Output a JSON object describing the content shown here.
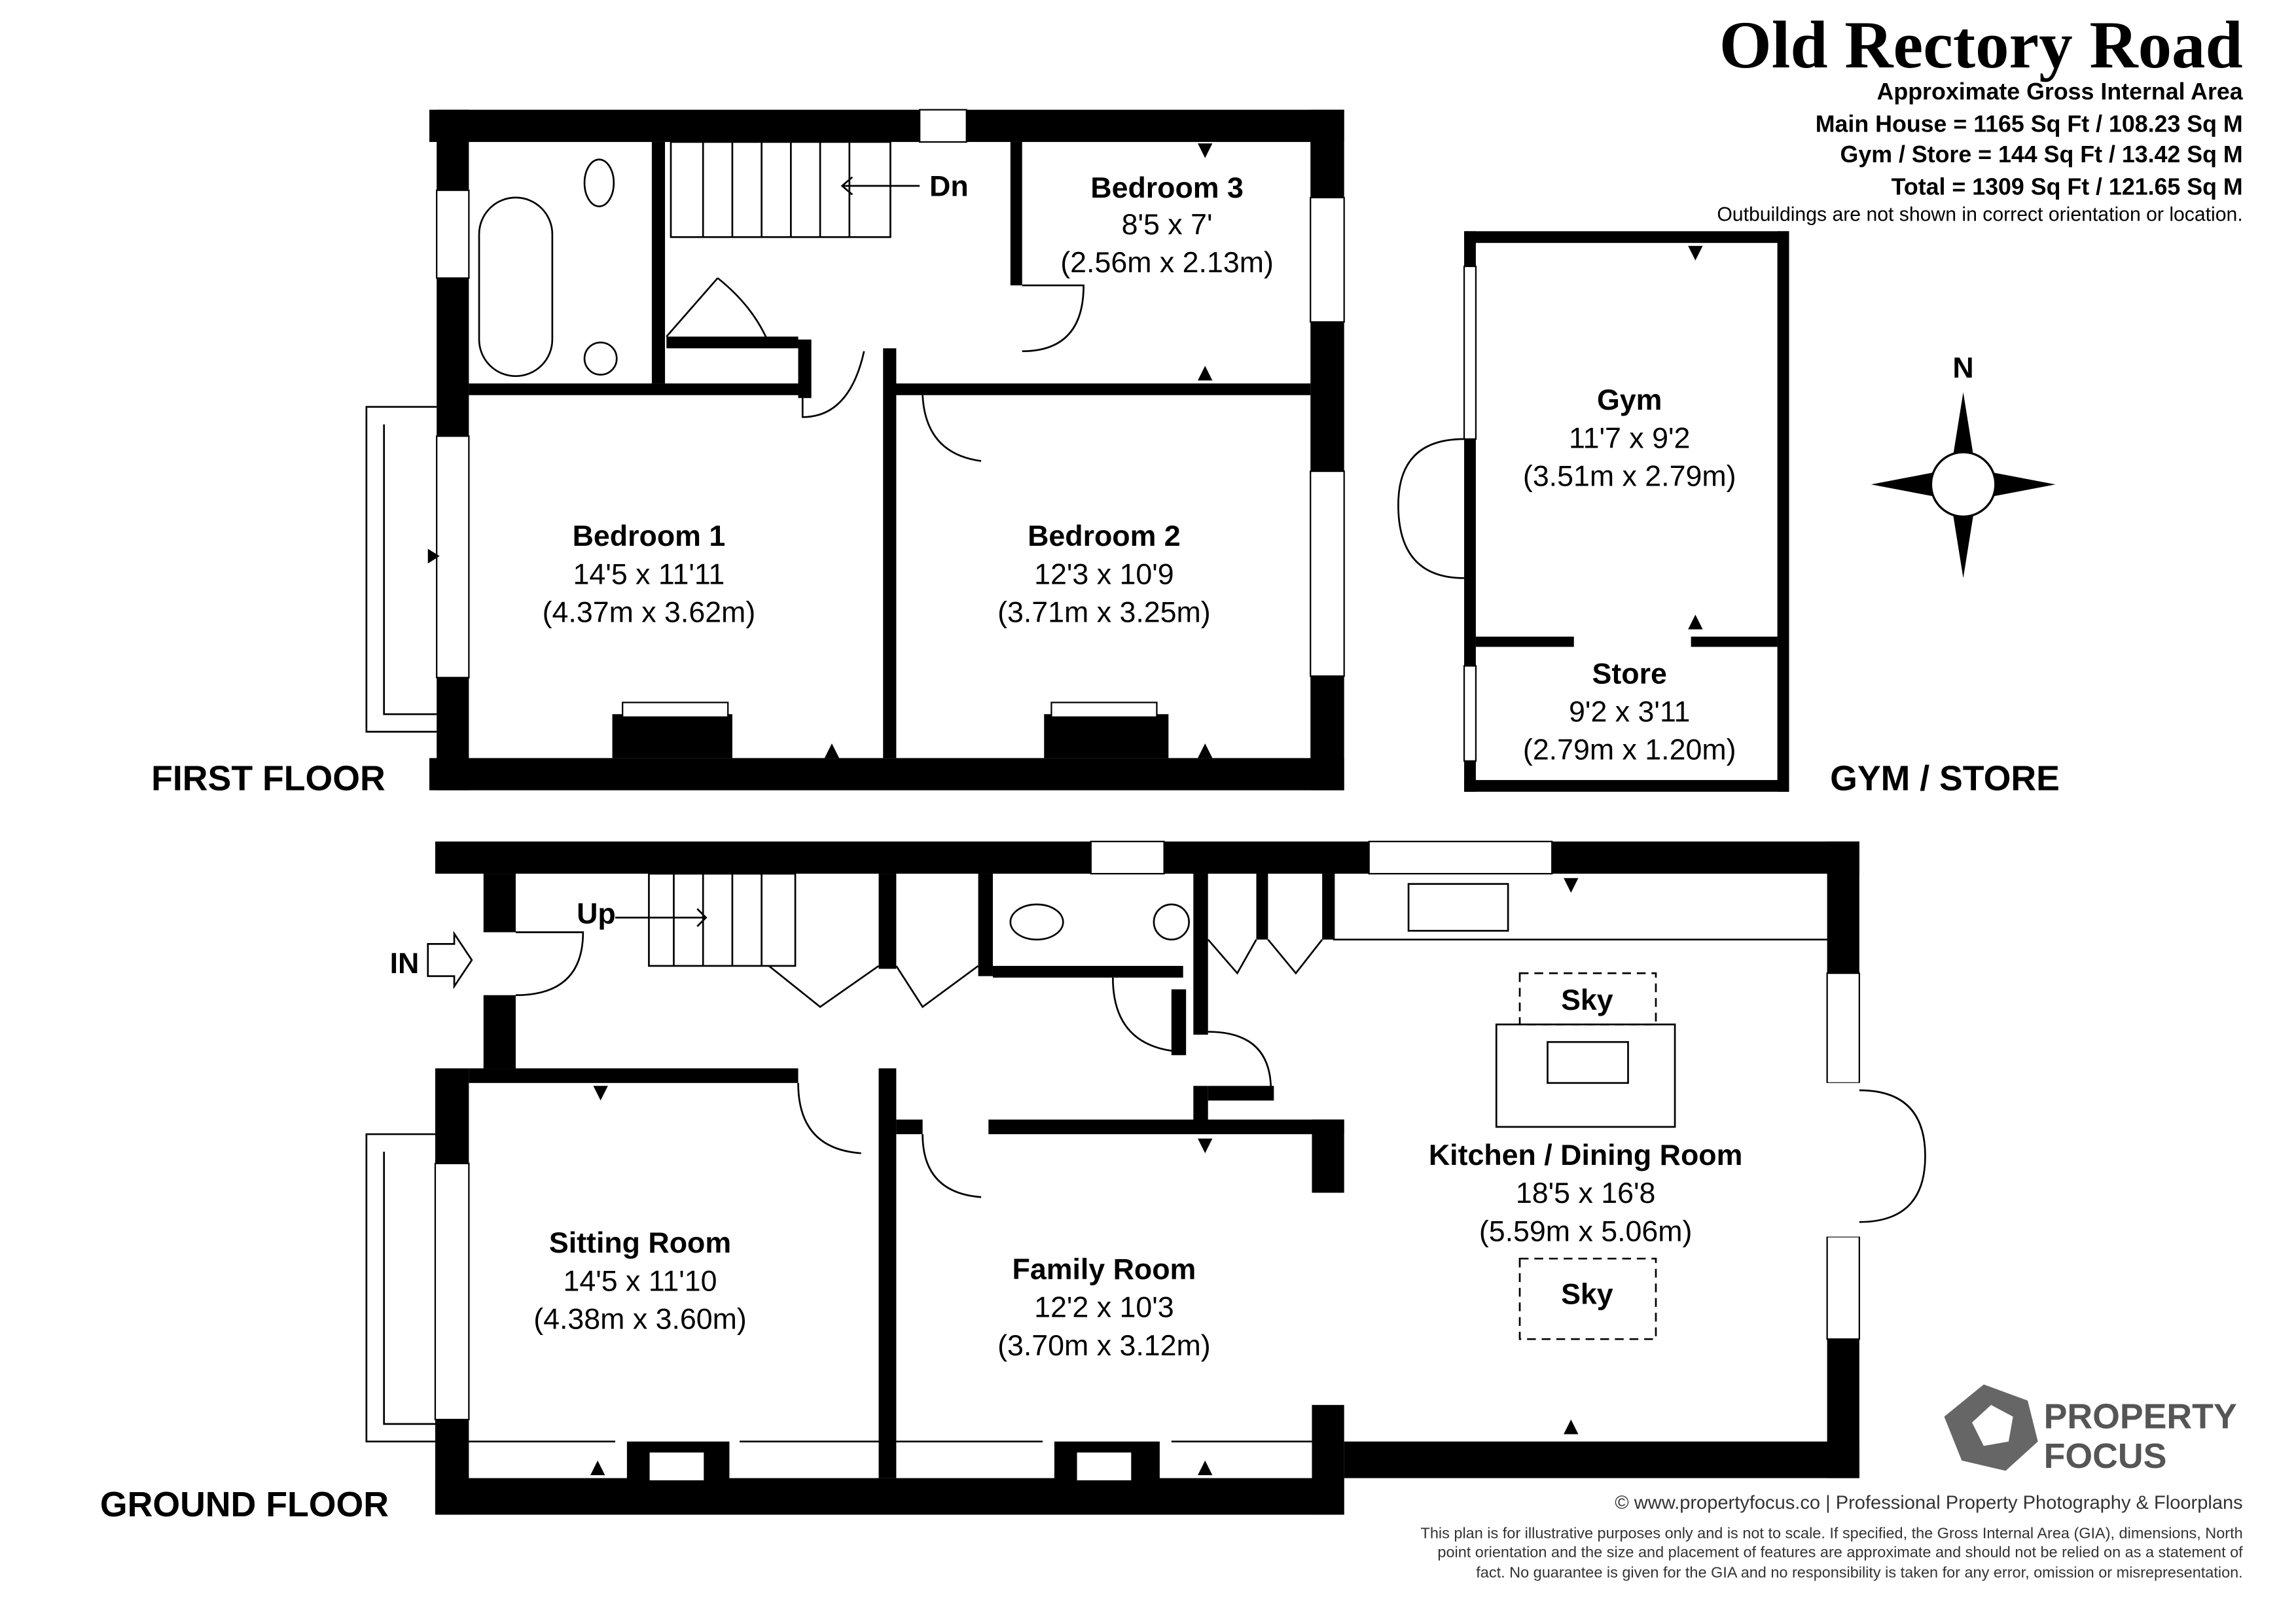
{
  "header": {
    "title": "Old Rectory Road",
    "area_heading": "Approximate Gross Internal Area",
    "main_house": "Main House = 1165 Sq Ft / 108.23 Sq M",
    "gym_store": "Gym / Store = 144 Sq Ft / 13.42 Sq M",
    "total": "Total = 1309 Sq Ft / 121.65 Sq M",
    "outbuildings_note": "Outbuildings are not shown in correct orientation or location."
  },
  "floors": {
    "first": "FIRST FLOOR",
    "ground": "GROUND FLOOR",
    "gym": "GYM / STORE"
  },
  "rooms": {
    "bedroom3": {
      "name": "Bedroom 3",
      "imperial": "8'5 x 7'",
      "metric": "(2.56m x 2.13m)"
    },
    "bedroom1": {
      "name": "Bedroom 1",
      "imperial": "14'5 x 11'11",
      "metric": "(4.37m x 3.62m)"
    },
    "bedroom2": {
      "name": "Bedroom 2",
      "imperial": "12'3 x 10'9",
      "metric": "(3.71m x 3.25m)"
    },
    "gym": {
      "name": "Gym",
      "imperial": "11'7 x 9'2",
      "metric": "(3.51m x 2.79m)"
    },
    "store": {
      "name": "Store",
      "imperial": "9'2 x 3'11",
      "metric": "(2.79m x 1.20m)"
    },
    "sitting": {
      "name": "Sitting Room",
      "imperial": "14'5 x 11'10",
      "metric": "(4.38m x 3.60m)"
    },
    "family": {
      "name": "Family Room",
      "imperial": "12'2 x 10'3",
      "metric": "(3.70m x 3.12m)"
    },
    "kitchen": {
      "name": "Kitchen / Dining Room",
      "imperial": "18'5 x 16'8",
      "metric": "(5.59m x 5.06m)"
    }
  },
  "labels": {
    "down": "Dn",
    "up": "Up",
    "entrance": "IN",
    "sky1": "Sky",
    "sky2": "Sky",
    "north": "N"
  },
  "branding": {
    "logo_line1": "PROPERTY",
    "logo_line2": "FOCUS",
    "copyright": "© www.propertyfocus.co | Professional Property Photography & Floorplans",
    "disclaimer_1": "This plan is for illustrative purposes only and is not to scale. If specified, the Gross Internal Area (GIA), dimensions, North",
    "disclaimer_2": "point orientation and the size and placement of features are approximate and should not be relied on as a statement of",
    "disclaimer_3": "fact. No guarantee is given for the GIA and no responsibility is taken for any error, omission or misrepresentation."
  },
  "colors": {
    "walls": "#000000",
    "logo": "#555555"
  }
}
